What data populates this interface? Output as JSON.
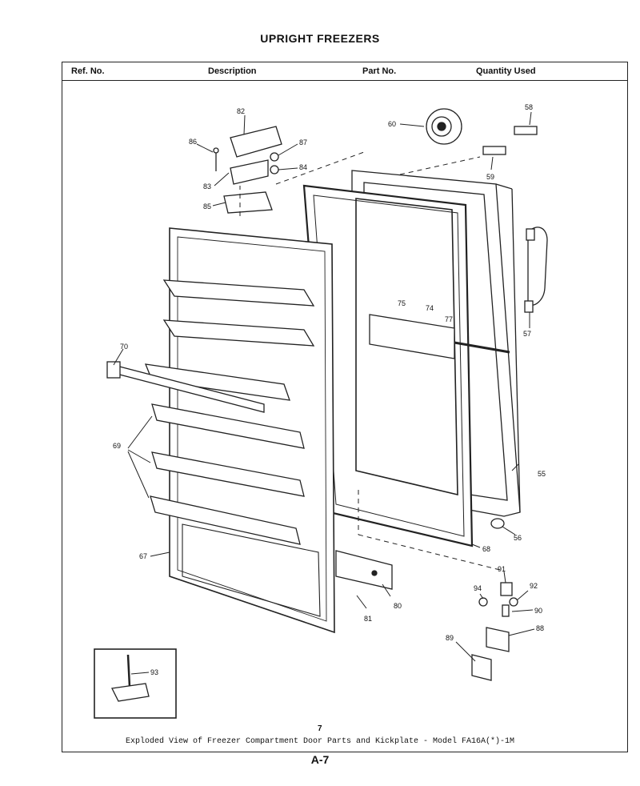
{
  "title": "UPRIGHT FREEZERS",
  "header": {
    "ref_no": "Ref. No.",
    "description": "Description",
    "part_no": "Part No.",
    "quantity": "Quantity Used"
  },
  "callouts": {
    "c82": "82",
    "c86": "86",
    "c87": "87",
    "c84": "84",
    "c83": "83",
    "c85": "85",
    "c60": "60",
    "c58": "58",
    "c59": "59",
    "c57": "57",
    "c75": "75",
    "c74": "74",
    "c77": "77",
    "c70": "70",
    "c69": "69",
    "c55": "55",
    "c56": "56",
    "c68": "68",
    "c67": "67",
    "c80": "80",
    "c81": "81",
    "c91": "91",
    "c92": "92",
    "c94": "94",
    "c90": "90",
    "c88": "88",
    "c89": "89",
    "c93": "93"
  },
  "page_number": "7",
  "caption": "Exploded View of Freezer Compartment Door Parts and Kickplate - Model FA16A(*)-1M",
  "footer": "A-7"
}
